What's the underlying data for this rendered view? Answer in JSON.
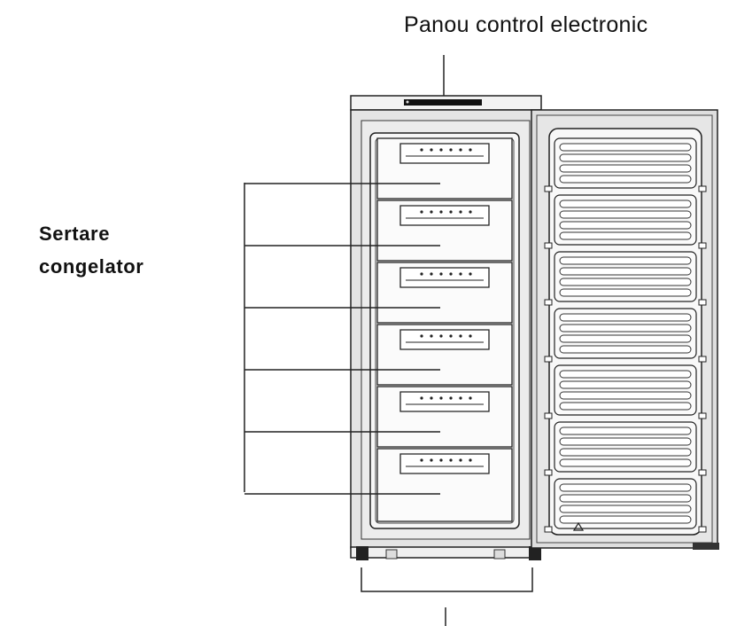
{
  "labels": {
    "control_panel": "Panou control electronic",
    "drawers_line1": "Sertare",
    "drawers_line2": "congelator"
  },
  "parts": {
    "drawer_count": 6,
    "door_shelf_count": 7
  },
  "colors": {
    "line": "#222222",
    "body_fill": "#f6f6f6",
    "cabinet_frame": "#dcdcdc"
  }
}
